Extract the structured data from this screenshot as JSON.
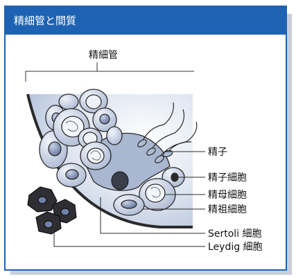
{
  "title": "精細管と間質",
  "labels": {
    "tubule": "精細管",
    "sperm": "精子",
    "spermatocyte": "精子細胞",
    "primary": "精母細胞",
    "spermatogonia": "精祖細胞",
    "sertoli": "Sertoli 細胞",
    "leydig": "Leydig 細胞"
  },
  "colors": {
    "frame": "#1e63b3",
    "cell_fill": "#cdd6e8",
    "nucleus_fill": "#6d7fa8",
    "leydig_fill": "#2a2a2a"
  }
}
